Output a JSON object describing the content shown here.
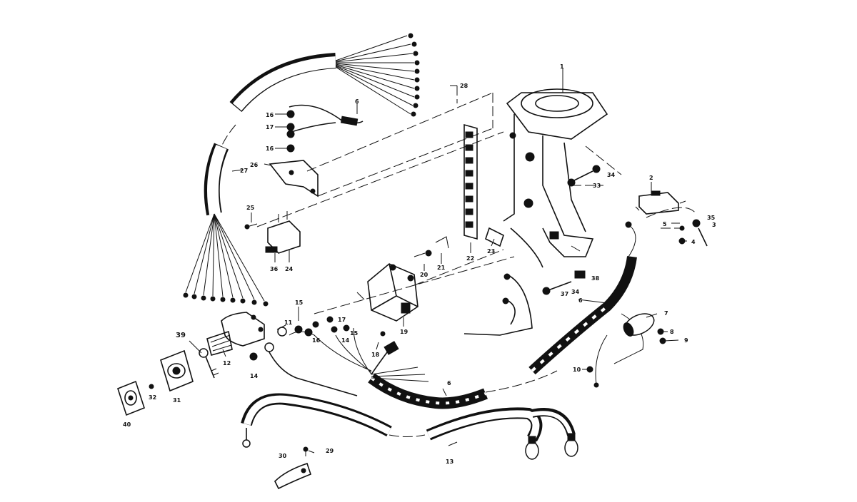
{
  "callouts": {
    "n1": "1",
    "n2": "2",
    "n3": "3",
    "n4": "4",
    "n5": "5",
    "n6": "6",
    "n7": "7",
    "n8": "8",
    "n9": "9",
    "n10": "10",
    "n11": "11",
    "n12": "12",
    "n13": "13",
    "n14": "14",
    "n15": "15",
    "n16": "16",
    "n17": "17",
    "n18": "18",
    "n19": "19",
    "n20": "20",
    "n21": "21",
    "n22": "22",
    "n23": "23",
    "n24": "24",
    "n25": "25",
    "n26": "26",
    "n27": "27",
    "n28": "28",
    "n29": "29",
    "n30": "30",
    "n31": "31",
    "n32": "32",
    "n33": "33",
    "n34": "34",
    "n35": "35",
    "n36": "36",
    "n37": "37",
    "n38": "38",
    "n39": "39",
    "n40": "40"
  }
}
